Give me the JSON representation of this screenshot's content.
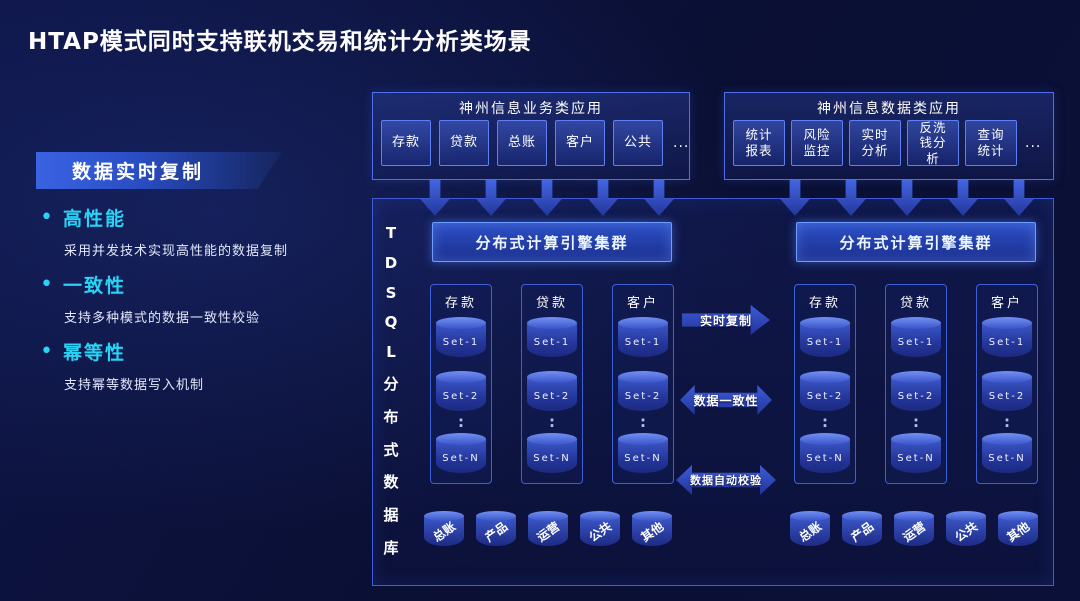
{
  "title": "HTAP模式同时支持联机交易和统计分析类场景",
  "colors": {
    "background": "#0b1038",
    "accent_cyan": "#28d4f5",
    "arrow_blue": "#3f5cd6",
    "panel_border": "#3f5fd8"
  },
  "left_panel": {
    "badge": "数据实时复制",
    "bullet": "•",
    "features": [
      {
        "name": "高性能",
        "desc": "采用并发技术实现高性能的数据复制"
      },
      {
        "name": "一致性",
        "desc": "支持多种模式的数据一致性校验"
      },
      {
        "name": "幂等性",
        "desc": "支持幂等数据写入机制"
      }
    ]
  },
  "business_apps": {
    "title": "神州信息业务类应用",
    "items": [
      "存款",
      "贷款",
      "总账",
      "客户",
      "公共"
    ],
    "more": "..."
  },
  "data_apps": {
    "title": "神州信息数据类应用",
    "items": [
      "统计报表",
      "风险监控",
      "实时分析",
      "反洗钱分析",
      "查询统计"
    ],
    "more": "..."
  },
  "tdsql": {
    "vertical_label": [
      "T",
      "D",
      "S",
      "Q",
      "L",
      "分",
      "布",
      "式",
      "数",
      "据",
      "库"
    ],
    "dots": ":",
    "connectors": [
      "实时复制",
      "数据一致性",
      "数据自动校验"
    ],
    "left": {
      "engine": "分布式计算引擎集群",
      "groups": [
        {
          "name": "存款",
          "sets": [
            "Set-1",
            "Set-2",
            "Set-N"
          ]
        },
        {
          "name": "贷款",
          "sets": [
            "Set-1",
            "Set-2",
            "Set-N"
          ]
        },
        {
          "name": "客户",
          "sets": [
            "Set-1",
            "Set-2",
            "Set-N"
          ]
        }
      ],
      "bottom": [
        "总账",
        "产品",
        "运营",
        "公共",
        "其他"
      ]
    },
    "right": {
      "engine": "分布式计算引擎集群",
      "groups": [
        {
          "name": "存款",
          "sets": [
            "Set-1",
            "Set-2",
            "Set-N"
          ]
        },
        {
          "name": "贷款",
          "sets": [
            "Set-1",
            "Set-2",
            "Set-N"
          ]
        },
        {
          "name": "客户",
          "sets": [
            "Set-1",
            "Set-2",
            "Set-N"
          ]
        }
      ],
      "bottom": [
        "总账",
        "产品",
        "运营",
        "公共",
        "其他"
      ]
    }
  }
}
